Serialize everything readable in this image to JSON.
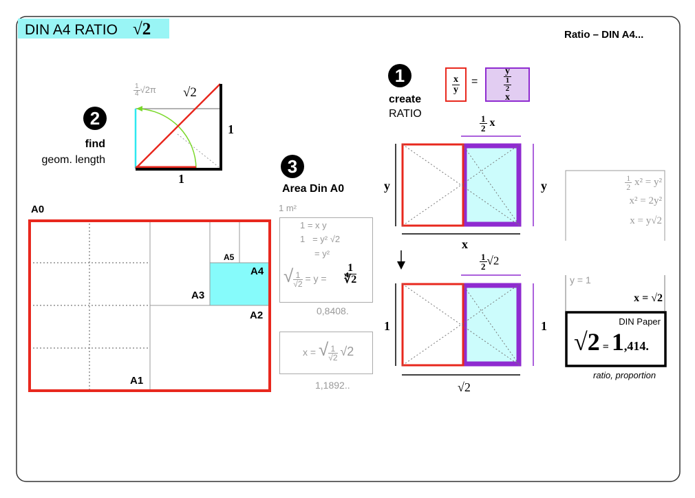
{
  "title": {
    "text": "DIN A4  RATIO",
    "symbol": "√2",
    "bg": "#99f5f5"
  },
  "subtitle": "Ratio – DIN A4...",
  "step2": {
    "number": "2",
    "label_bold": "find",
    "label": "geom. length",
    "arc_label_frac_top": "1",
    "arc_label_frac_bottom": "4",
    "arc_label_rest": "√2π",
    "diag_label": "√2",
    "side_right": "1",
    "side_bottom": "1"
  },
  "a_series": {
    "a0": "A0",
    "a1": "A1",
    "a2": "A2",
    "a3": "A3",
    "a4": "A4",
    "a5": "A5"
  },
  "step3": {
    "number": "3",
    "title": "Area Din A0",
    "unit": "1 m²",
    "eq1": "1 = x y",
    "eq2_left": "1",
    "eq2_right": "= y² √2",
    "eq3": "= y²",
    "eq4_left_top": "1",
    "eq4_left_bottom": "√2",
    "eq4_mid": "= y =",
    "eq4_right_top": "1",
    "eq4_right_bottom": "∜2",
    "value_y": "0,8408.",
    "eq5_left": "x =",
    "eq5_top": "1",
    "eq5_bottom": "√2",
    "eq5_right": "√2",
    "value_x": "1,1892.."
  },
  "step1": {
    "number": "1",
    "label_bold": "create",
    "label": "RATIO",
    "lhs_top": "x",
    "lhs_bottom": "y",
    "equals": "=",
    "rhs_top": "y",
    "rhs_bottom_frac_top": "1",
    "rhs_bottom_frac_bottom": "2",
    "rhs_bottom_var": "x"
  },
  "top_rect": {
    "half_top": "1",
    "half_bottom": "2",
    "half_var": "x",
    "left": "y",
    "right": "y",
    "bottom": "x"
  },
  "bottom_rect": {
    "half_top": "1",
    "half_bottom": "2",
    "half_var": "√2",
    "left": "1",
    "right": "1",
    "bottom": "√2"
  },
  "derivation": {
    "l1_top": "1",
    "l1_bottom": "2",
    "l1_rest": "x² =  y²",
    "l2": "x² = 2y²",
    "l3": "x  = y√2",
    "l4": "y = 1",
    "l5": "x  = √2"
  },
  "result": {
    "caption": "DIN Paper",
    "lhs": "√2",
    "eq": "=",
    "int": "1",
    "dec": ",414.",
    "footnote": "ratio, proportion"
  },
  "colors": {
    "red": "#e8281e",
    "purple": "#8f2bd0",
    "cyan": "#86fbfb",
    "green": "#7ad82a"
  }
}
